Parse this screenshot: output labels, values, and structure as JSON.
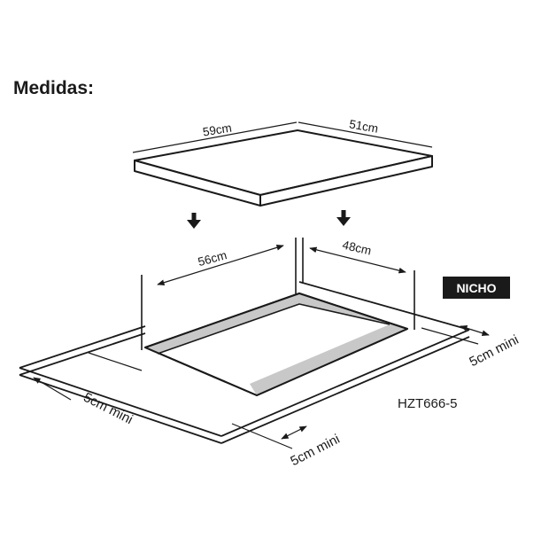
{
  "title": "Medidas:",
  "cooktop": {
    "width_label": "59cm",
    "depth_label": "51cm"
  },
  "cutout": {
    "width_label": "56cm",
    "depth_label": "48cm",
    "badge": "NICHO"
  },
  "clearances": {
    "left": "5cm mini",
    "front": "5cm mini",
    "right": "5cm mini"
  },
  "model": "HZT666-5",
  "colors": {
    "ink": "#1a1a1a",
    "cutout_rim": "#c8c8c8",
    "badge_bg": "#1a1a1a"
  },
  "icons": [
    "arrow-down-icon",
    "arrow-down-icon"
  ]
}
